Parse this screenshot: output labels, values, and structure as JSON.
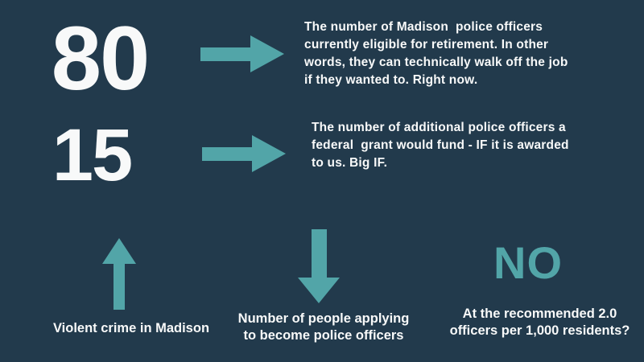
{
  "colors": {
    "background": "#223A4C",
    "accent": "#52A5A8",
    "text": "#F8F9F9"
  },
  "stats": [
    {
      "value": "80",
      "lines": [
        "The number of Madison  police officers",
        "currently eligible for retirement. In other",
        "words, they can technically walk off the job",
        "if they wanted to. Right now."
      ]
    },
    {
      "value": "15",
      "lines": [
        "The number of additional police officers a",
        "federal  grant would fund - IF it is awarded",
        "to us. Big IF."
      ]
    }
  ],
  "trends": [
    {
      "direction": "up",
      "lines": [
        "Violent crime in Madison"
      ]
    },
    {
      "direction": "down",
      "lines": [
        "Number of people applying",
        "to become police officers"
      ]
    }
  ],
  "verdict": {
    "value": "NO",
    "lines": [
      "At the recommended 2.0",
      "officers per 1,000 residents?"
    ]
  }
}
